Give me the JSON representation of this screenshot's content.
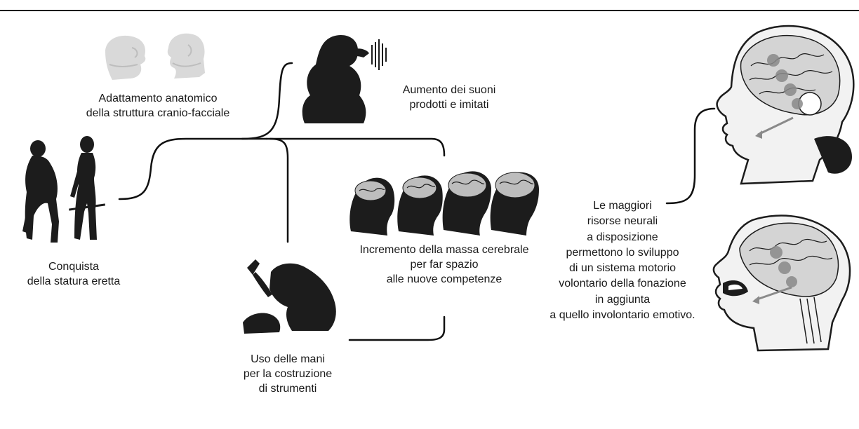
{
  "labels": {
    "upright": "Conquista\ndella statura eretta",
    "craniofacial": "Adattamento anatomico\ndella struttura cranio-facciale",
    "sounds": "Aumento dei suoni\nprodotti e imitati",
    "brain_mass": "Incremento della massa cerebrale\nper far spazio\nalle nuove competenze",
    "hands": "Uso delle mani\nper la costruzione\ndi strumenti",
    "neural": "Le maggiori\nrisorse neurali\na disposizione\npermettono lo sviluppo\ndi un sistema motorio\nvolontario della fonazione\nin aggiunta\na quello involontario emotivo."
  },
  "colors": {
    "line": "#111111",
    "silhouette": "#1c1c1c",
    "pale": "#d6d6d6",
    "brain": "#c9c9c9",
    "marker": "#8a8a8a"
  }
}
